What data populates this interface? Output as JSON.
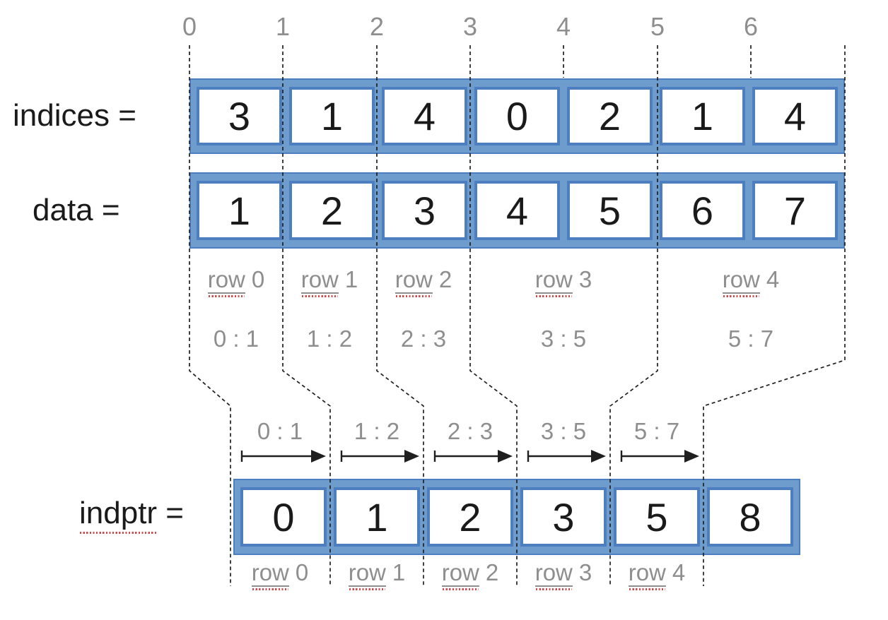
{
  "diagram": {
    "column_headers": [
      "0",
      "1",
      "2",
      "3",
      "4",
      "5",
      "6"
    ],
    "indices": {
      "label": "indices =",
      "values": [
        "3",
        "1",
        "4",
        "0",
        "2",
        "1",
        "4"
      ]
    },
    "data": {
      "label": "data =",
      "values": [
        "1",
        "2",
        "3",
        "4",
        "5",
        "6",
        "7"
      ]
    },
    "indptr": {
      "label_word": "indptr",
      "label_suffix": " =",
      "values": [
        "0",
        "1",
        "2",
        "3",
        "5",
        "8"
      ]
    },
    "rows_upper": [
      {
        "word": "row",
        "num": "0"
      },
      {
        "word": "row",
        "num": "1"
      },
      {
        "word": "row",
        "num": "2"
      },
      {
        "word": "row",
        "num": "3"
      },
      {
        "word": "row",
        "num": "4"
      }
    ],
    "ranges_upper": [
      "0 : 1",
      "1 : 2",
      "2 : 3",
      "3 : 5",
      "5 : 7"
    ],
    "pointer_ranges": [
      "0 : 1",
      "1 : 2",
      "2 : 3",
      "3 : 5",
      "5 : 7"
    ],
    "rows_lower": [
      {
        "word": "row",
        "num": "0"
      },
      {
        "word": "row",
        "num": "1"
      },
      {
        "word": "row",
        "num": "2"
      },
      {
        "word": "row",
        "num": "3"
      },
      {
        "word": "row",
        "num": "4"
      }
    ],
    "colors": {
      "bar_fill": "#6e9ccd",
      "bar_border": "#4d7ebf",
      "cell_bg": "#ffffff",
      "line_color": "#1f1f1f",
      "text_dark": "#1a1a1a",
      "text_gray": "#8e8e8e",
      "squiggle_red": "#cc4d4d"
    }
  }
}
